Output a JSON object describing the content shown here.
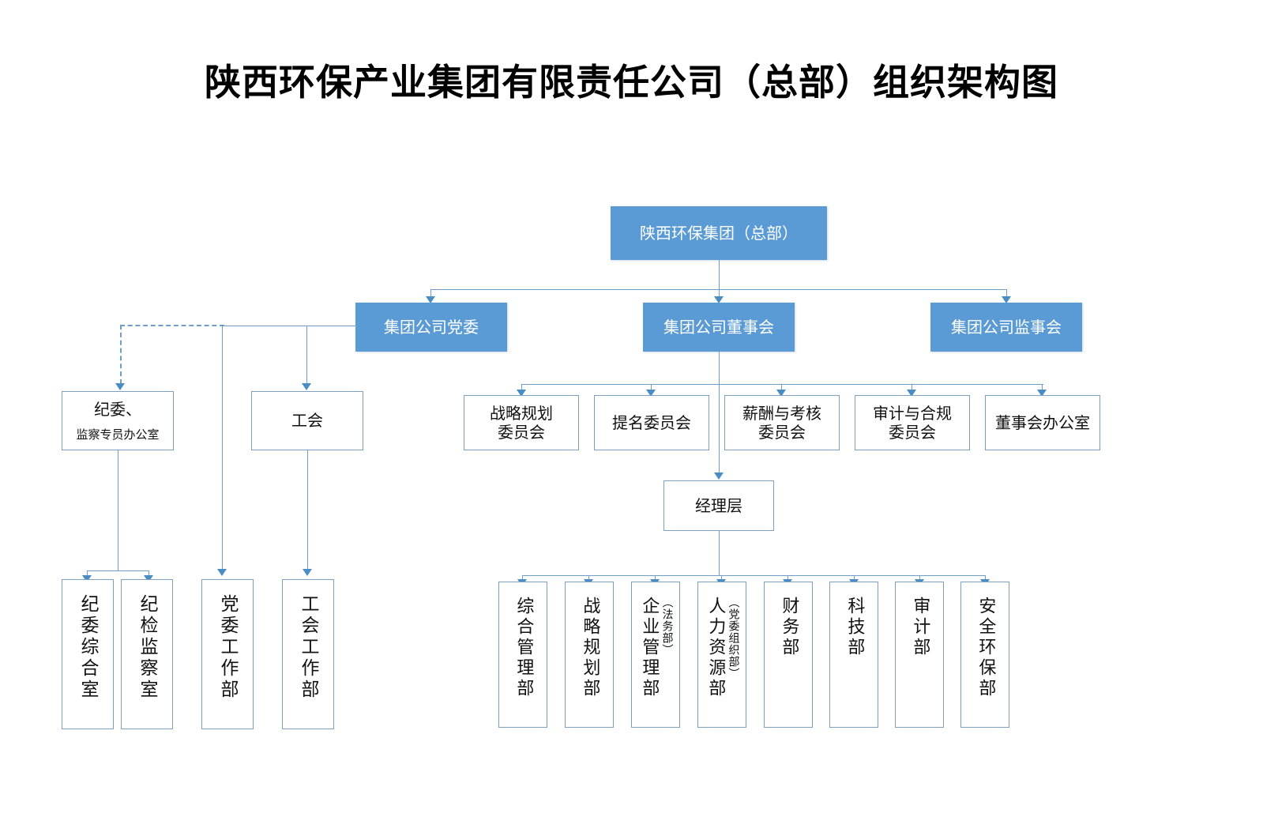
{
  "title": "陕西环保产业集团有限责任公司（总部）组织架构图",
  "colors": {
    "accent_blue": "#5B9BD5",
    "line_blue": "#6F9EC9",
    "box_border": "#7F9FBE",
    "text_dark": "#111111",
    "text_light": "#FFFFFF",
    "background": "#FFFFFF"
  },
  "root": {
    "label": "陕西环保集团（总部）"
  },
  "level2": [
    {
      "label": "集团公司党委"
    },
    {
      "label": "集团公司董事会"
    },
    {
      "label": "集团公司监事会"
    }
  ],
  "party_branch": [
    {
      "label": "纪委、",
      "sub": "监察专员办公室"
    },
    {
      "label": "工会"
    }
  ],
  "committees": [
    {
      "label": "战略规划\n委员会"
    },
    {
      "label": "提名委员会"
    },
    {
      "label": "薪酬与考核\n委员会"
    },
    {
      "label": "审计与合规\n委员会"
    },
    {
      "label": "董事会办公室"
    }
  ],
  "management": {
    "label": "经理层"
  },
  "left_departments": [
    {
      "label": "纪委综合室"
    },
    {
      "label": "纪检监察室"
    },
    {
      "label": "党委工作部"
    },
    {
      "label": "工会工作部"
    }
  ],
  "departments": [
    {
      "label": "综合管理部",
      "sub": ""
    },
    {
      "label": "战略规划部",
      "sub": ""
    },
    {
      "label": "企业管理部",
      "sub": "（法务部）"
    },
    {
      "label": "人力资源部",
      "sub": "（党委组织部）"
    },
    {
      "label": "财务部",
      "sub": ""
    },
    {
      "label": "科技部",
      "sub": ""
    },
    {
      "label": "审计部",
      "sub": ""
    },
    {
      "label": "安全环保部",
      "sub": ""
    }
  ]
}
